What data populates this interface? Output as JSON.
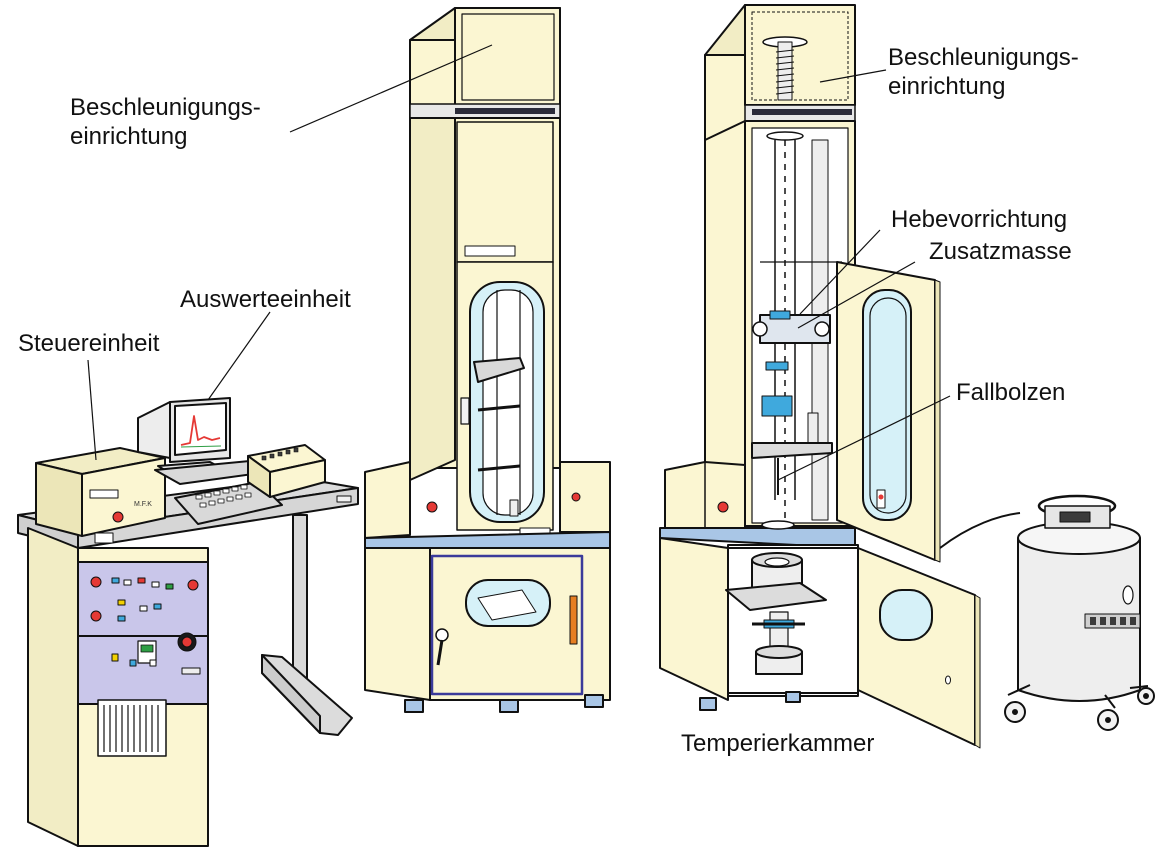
{
  "labels": {
    "left_accel_line1": "Beschleunigungs-",
    "left_accel_line2": "einrichtung",
    "right_accel_line1": "Beschleunigungs-",
    "right_accel_line2": "einrichtung",
    "evaluation_unit": "Auswerteeinheit",
    "control_unit": "Steuereinheit",
    "lifting_device": "Hebevorrichtung",
    "additional_mass": "Zusatzmasse",
    "drop_bolt": "Fallbolzen",
    "temperature_chamber": "Temperierkammer"
  },
  "colors": {
    "cream": "#fbf6d2",
    "panel_violet": "#c9c6ea",
    "glass": "#d6f1f8",
    "blue_accent": "#3fa9dd",
    "steel_blue": "#a9c6e6",
    "stand_grey": "#dcdcdc",
    "outline": "#111111"
  }
}
